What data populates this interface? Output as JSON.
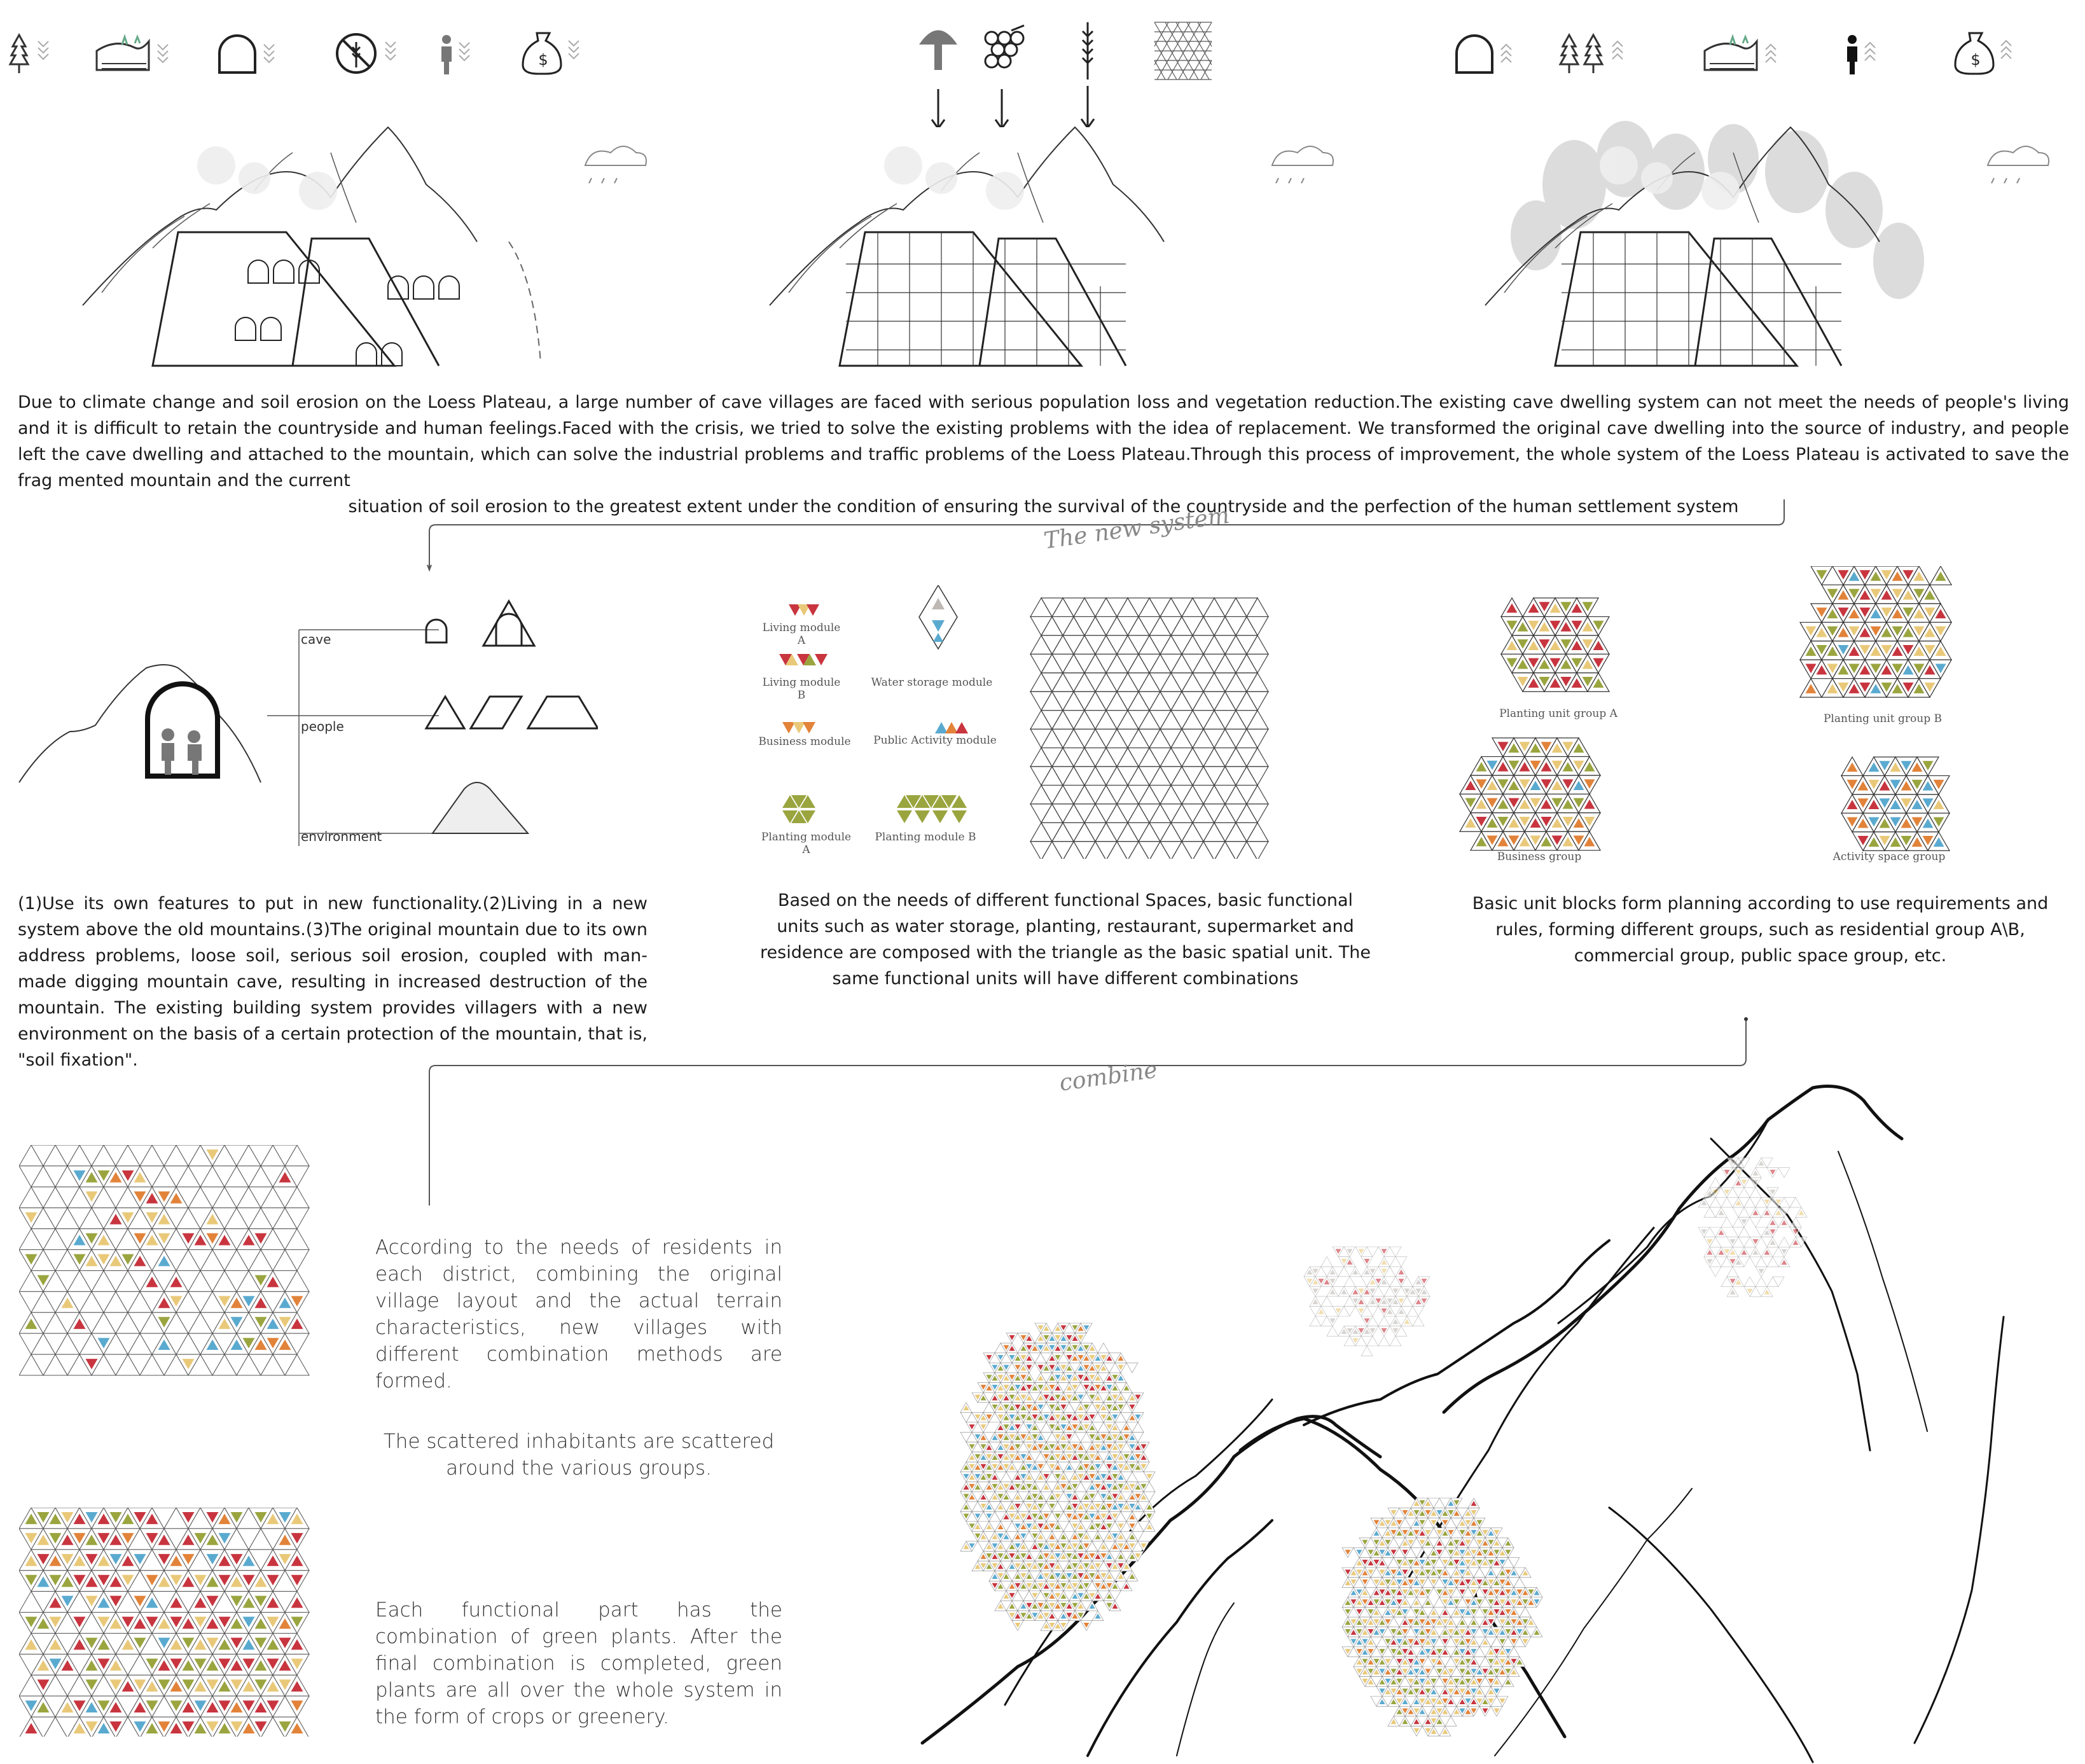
{
  "intro_text": "Due to climate change and soil erosion on the Loess Plateau, a large number of cave villages are faced with serious population loss and vegetation reduction.The existing cave dwelling system can not meet the needs of people's living and it is difficult to retain the countryside and human feelings.Faced with the crisis, we tried to solve the existing problems with the idea of replacement. We transformed the original cave dwelling into the source of industry, and people left the cave dwelling and attached to the mountain, which can solve the industrial problems and traffic problems of the Loess Plateau.Through this process of improvement, the whole system of the Loess Plateau is activated to save the frag mented mountain and the current",
  "intro_text_last": "situation of soil erosion to the greatest extent under the condition of ensuring the survival of the countryside and the perfection of the human settlement system",
  "label_new_system": "The new system",
  "label_combine": "combine",
  "tree": {
    "cave": "cave",
    "people": "people",
    "environment": "environment"
  },
  "modules": {
    "living_a": "Living module A",
    "living_b": "Living module B",
    "water_storage": "Water storage module",
    "business": "Business module",
    "public_activity": "Public Activity module",
    "planting_a": "Planting module A",
    "planting_b": "Planting module B"
  },
  "groups": {
    "planting_a": "Planting unit group A",
    "planting_b": "Planting unit group B",
    "business": "Business group",
    "activity": "Activity space group"
  },
  "col1_text": "(1)Use its own features to put in new functionality.(2)Living in a new system above the old mountains.(3)The original mountain due to its own address problems, loose soil, serious soil erosion, coupled with man-made digging mountain cave, resulting in increased destruction of the mountain. The existing building system provides villagers with a new environment on the basis of a certain protection of the mountain, that is, \"soil fixation\".",
  "col2_text": "Based on the needs of different functional Spaces, basic functional units such as water storage, planting, restaurant, supermarket and residence are composed with the triangle as the basic spatial unit. The same functional units will have different combinations",
  "col3_text": "Basic unit blocks form planning according to use requirements and rules, forming different groups, such as residential group A\\B, commercial group, public space group, etc.",
  "text_residents": "According to the needs of residents in each district, combining the original village layout and the actual terrain characteristics, new villages with different combination methods are formed.",
  "text_scattered": "The scattered inhabitants are scattered around the various groups.",
  "text_green": "Each functional part has the combination of green plants. After the final combination is completed, green plants are all over the whole system in the form of crops or greenery.",
  "icons_left": [
    "tree-down-icon",
    "farmland-down-icon",
    "cave-down-icon",
    "no-wheat-down-icon",
    "person-down-icon",
    "money-down-icon"
  ],
  "icons_middle": [
    "mushroom-icon",
    "grapes-icon",
    "wheat-icon",
    "triangle-grid-icon"
  ],
  "icons_right": [
    "cave-up-icon",
    "trees-up-icon",
    "farmland-up-icon",
    "person-up-icon",
    "money-up-icon"
  ],
  "colors": {
    "red": "#c8353f",
    "green": "#9aa53f",
    "orange": "#e2833a",
    "yellow": "#e9c979",
    "blue": "#5aaad0",
    "gray": "#bdb8b3"
  }
}
